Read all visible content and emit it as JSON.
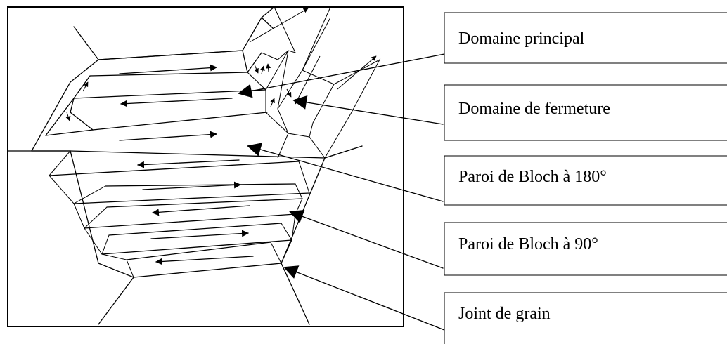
{
  "labels": {
    "main_domain": "Domaine principal",
    "closure_domain": "Domaine de fermeture",
    "wall_180": "Paroi de Bloch à 180°",
    "wall_90": "Paroi de Bloch à 90°",
    "grain_boundary": "Joint de grain"
  },
  "colors": {
    "line": "#000000",
    "background": "#ffffff"
  }
}
